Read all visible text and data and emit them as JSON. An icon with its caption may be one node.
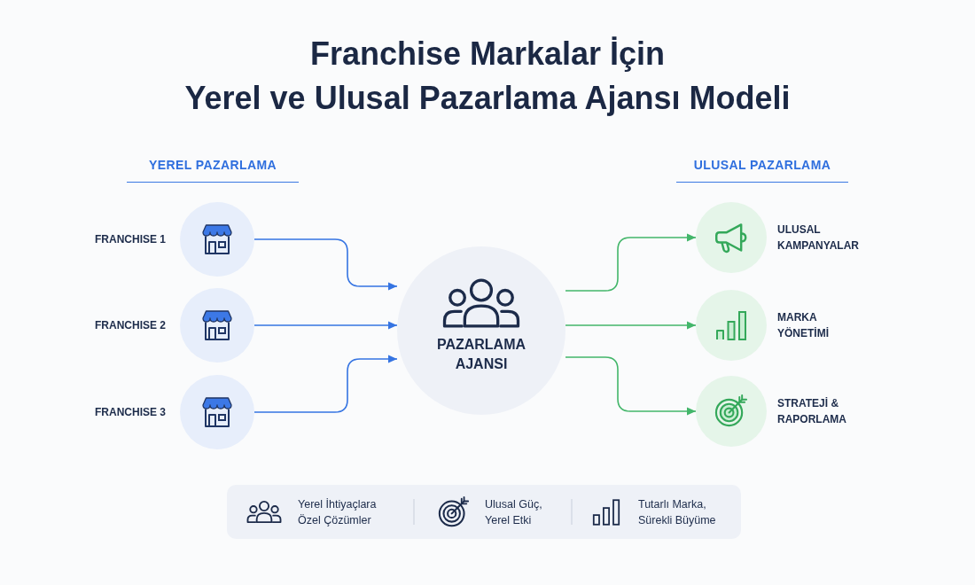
{
  "diagram": {
    "title": "Franchise Markalar İçin Yerel ve Ulusal Pazarlama Ajansı Modeli",
    "nodes": [
      {
        "text": [],
        "shape": "circle",
        "beside": [
          "FRANCHISE 1"
        ]
      },
      {
        "text": [],
        "shape": "circle",
        "beside": [
          "FRANCHISE 2"
        ]
      },
      {
        "text": [],
        "shape": "circle",
        "beside": [
          "FRANCHISE 3"
        ]
      },
      {
        "text": [
          "PAZARLAMA AJANSI"
        ]
      },
      {
        "text": [],
        "shape": "circle",
        "beside": [
          "ULUSAL KAMPANYALAR"
        ]
      },
      {
        "text": [],
        "shape": "circle",
        "beside": [
          "MARKA YÖNETİMİ"
        ]
      },
      {
        "text": [],
        "shape": "circle",
        "beside": [
          "STRATEJİ & RAPORLAMA"
        ]
      },
      {
        "text": [
          "Yerel İhtiyaçlara Özel Çözümler",
          "Ulusal Güç, Yerel Etki",
          "Tutarlı Marka, Sürekli Büyüme"
        ]
      }
    ],
    "edges": [
      {
        "from": 0,
        "to": 3,
        "arrow": "to"
      },
      {
        "from": 1,
        "to": 3,
        "arrow": "to"
      },
      {
        "from": 2,
        "to": 3,
        "arrow": "to"
      },
      {
        "from": 3,
        "to": 4,
        "arrow": "to",
        "color": "#43b66a"
      },
      {
        "from": 3,
        "to": 5,
        "arrow": "to",
        "color": "#43b66a"
      },
      {
        "from": 3,
        "to": 6,
        "arrow": "to",
        "color": "#43b66a"
      }
    ],
    "labels": [
      "YEREL PAZARLAMA",
      "ULUSAL PAZARLAMA"
    ]
  }
}
